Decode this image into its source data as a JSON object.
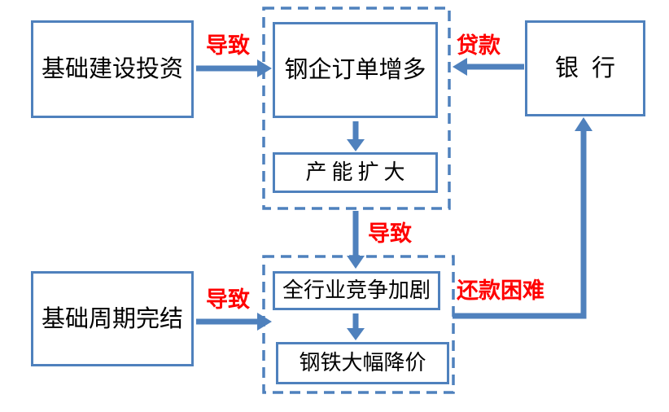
{
  "diagram": {
    "accent_color": "#4F81BD",
    "label_color": "#FF0000",
    "text_color": "#000000",
    "nodes": {
      "infrastructure_investment": {
        "label": "基础建设投资"
      },
      "steel_orders_increase": {
        "label": "钢企订单增多"
      },
      "capacity_expansion": {
        "label": "产能扩大"
      },
      "bank": {
        "label": "银行"
      },
      "infrastructure_cycle_end": {
        "label": "基础周期完结"
      },
      "industry_competition_intensifies": {
        "label": "全行业竞争加剧"
      },
      "steel_price_drop": {
        "label": "钢铁大幅降价"
      }
    },
    "edge_labels": {
      "invest_leads_to": "导致",
      "bank_loan": "贷款",
      "expansion_leads_to": "导致",
      "cycle_end_leads_to": "导致",
      "repayment_difficulty": "还款困难"
    }
  }
}
